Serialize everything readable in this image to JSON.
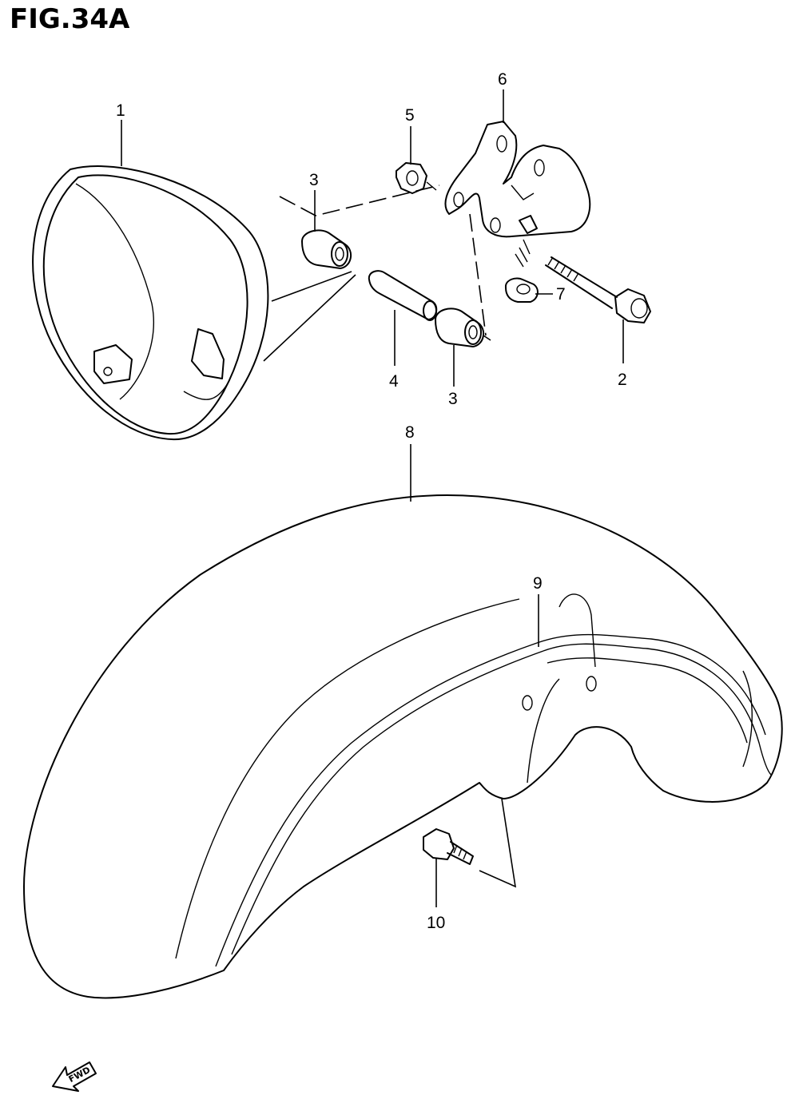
{
  "figure": {
    "title": "FIG.34A"
  },
  "callouts": [
    "1",
    "2",
    "3",
    "3",
    "4",
    "5",
    "6",
    "7",
    "8",
    "9",
    "10"
  ],
  "fwd": {
    "label": "FWD"
  }
}
